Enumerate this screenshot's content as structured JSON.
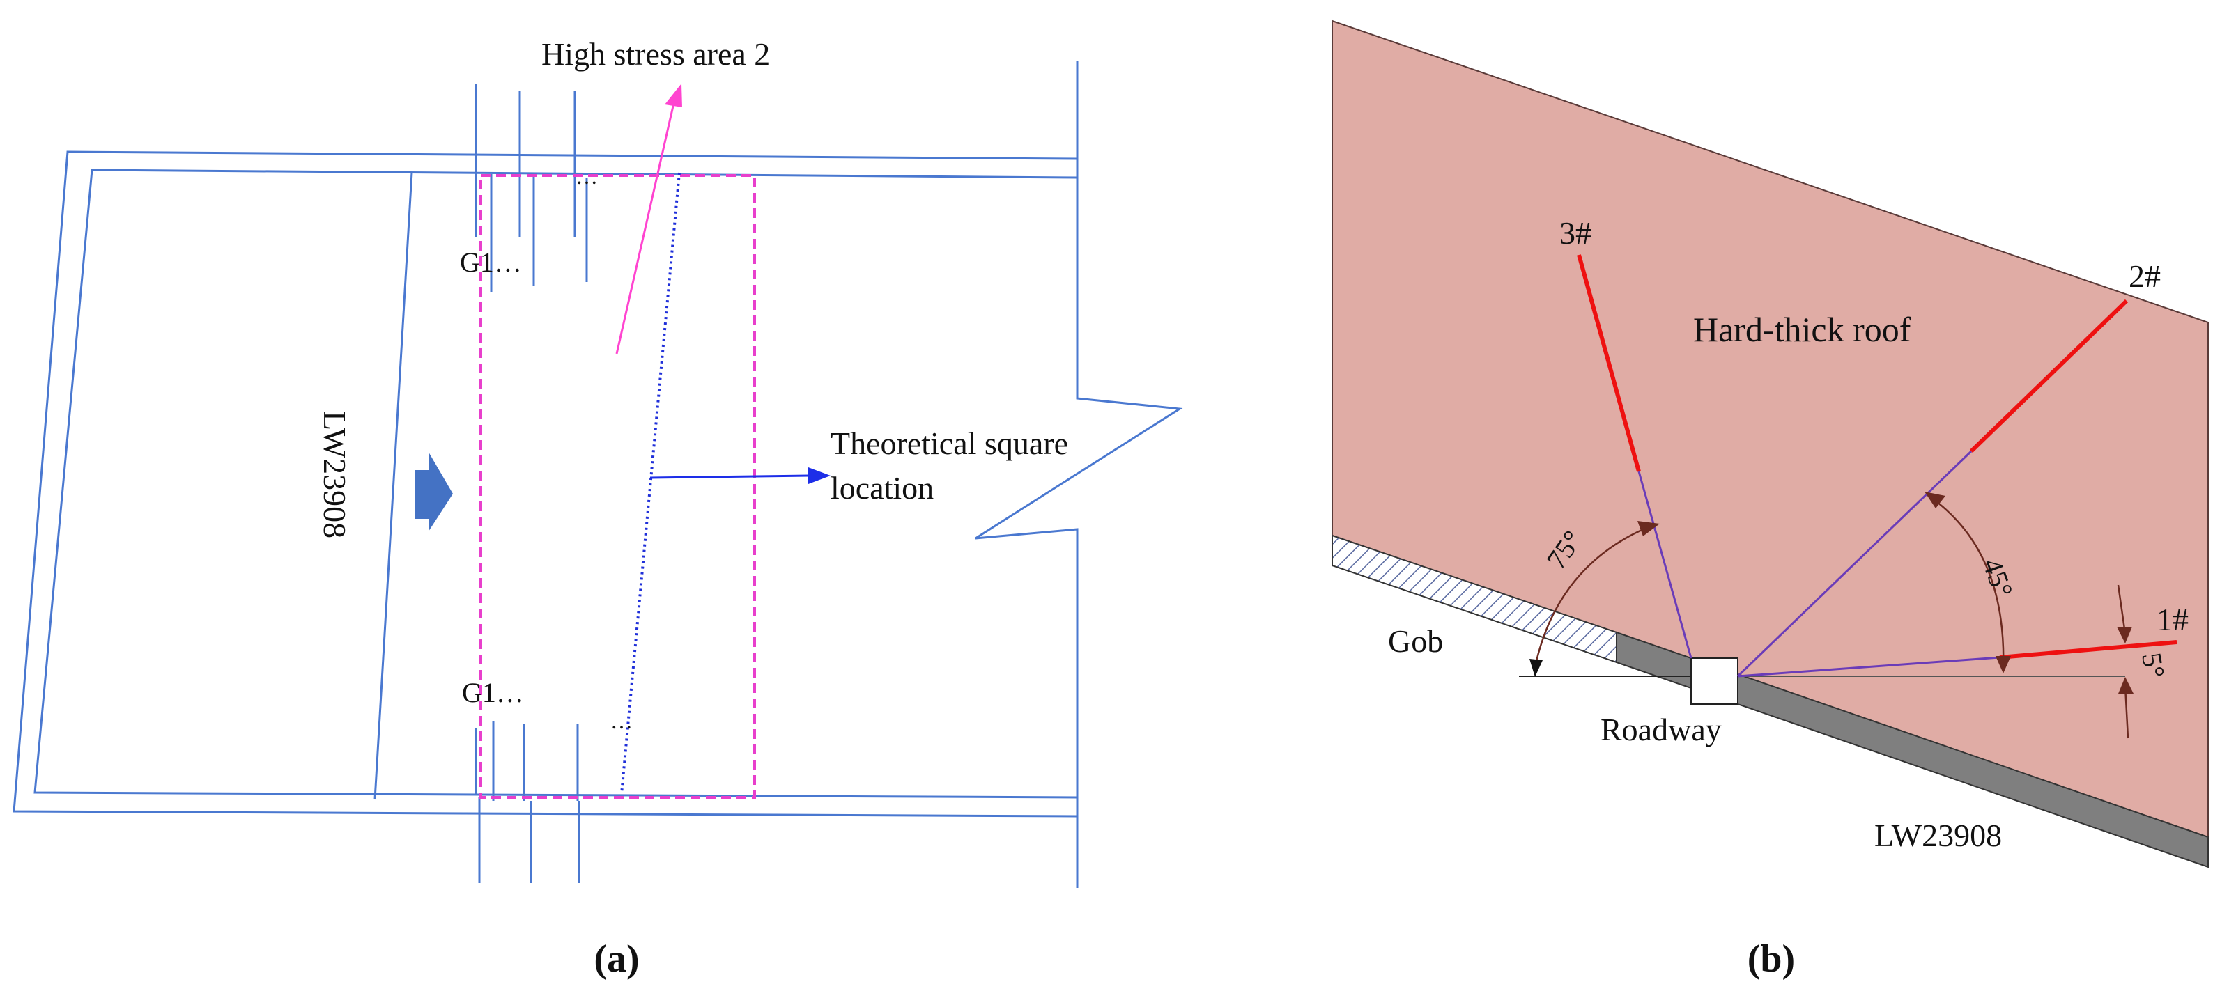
{
  "colors": {
    "plan_line": "#4a78d0",
    "dashed_box": "#e83fcc",
    "arrow_pink": "#ff44d0",
    "dotted_blue": "#1f2fd9",
    "arrow_blue": "#1d2ee8",
    "face_arrow": "#4472c4",
    "roof_fill": "#e0aca5",
    "coal_seam": "#7f7f7f",
    "drill_hole": "#6a3cb8",
    "drill_highlight": "#ee1111",
    "angle_arc": "#6b2a20"
  },
  "panel_a": {
    "caption": "(a)",
    "face_label": "LW23908",
    "high_stress_label": "High stress area 2",
    "theory_label_line1": "Theoretical square",
    "theory_label_line2": "location",
    "group_label_top": "G1…",
    "group_label_bottom": "G1…",
    "ellipsis_top": "…",
    "ellipsis_bottom": "…"
  },
  "panel_b": {
    "caption": "(b)",
    "roof_label": "Hard-thick roof",
    "gob_label": "Gob",
    "roadway_label": "Roadway",
    "face_label": "LW23908",
    "holes": [
      {
        "label": "3#",
        "angle_label": "75°"
      },
      {
        "label": "2#",
        "angle_label": "45°"
      },
      {
        "label": "1#",
        "angle_label": "5°"
      }
    ]
  }
}
